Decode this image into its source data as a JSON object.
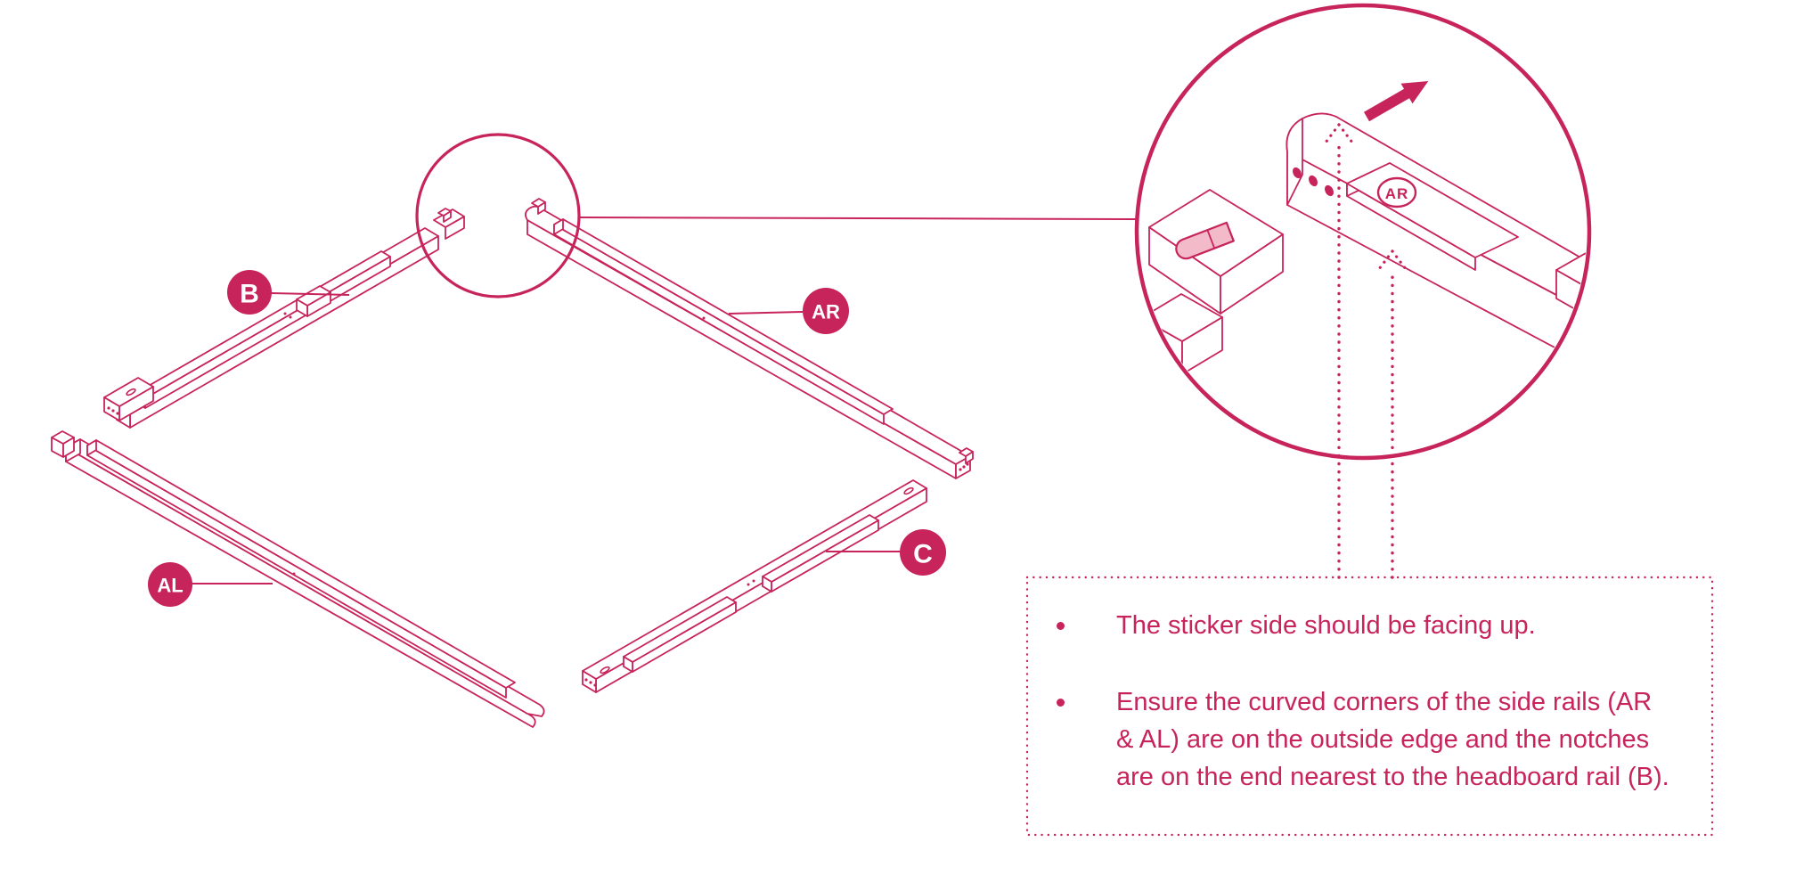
{
  "colors": {
    "primary": "#c7245b",
    "slot_fill": "#f3bac9",
    "background": "#ffffff",
    "badge_text": "#ffffff"
  },
  "diagram": {
    "part_labels": [
      {
        "id": "B",
        "label": "B"
      },
      {
        "id": "AR",
        "label": "AR"
      },
      {
        "id": "AL",
        "label": "AL"
      },
      {
        "id": "C",
        "label": "C"
      }
    ],
    "magnifier": {
      "sticker_label": "AR"
    }
  },
  "note_box": {
    "bullets": [
      {
        "lines": [
          "The sticker side should be facing up."
        ]
      },
      {
        "lines": [
          "Ensure the curved corners of the side rails (AR",
          "& AL) are on the outside edge and the notches",
          "are on the end nearest to the headboard rail (B)."
        ]
      }
    ]
  }
}
